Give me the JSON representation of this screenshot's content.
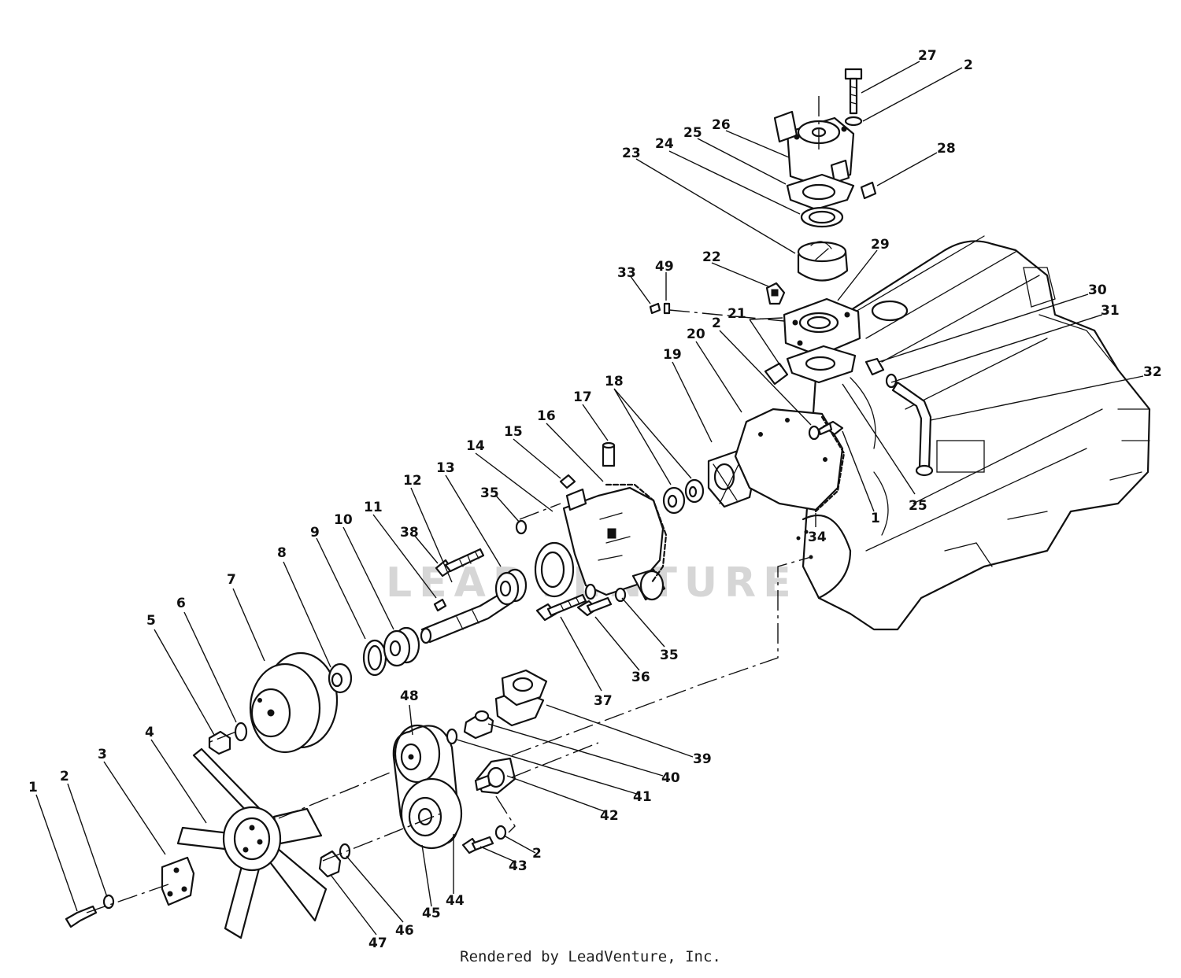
{
  "diagram": {
    "watermark": "LEADVENTURE",
    "credit": "Rendered by LeadVenture, Inc.",
    "callouts": [
      {
        "label": "1"
      },
      {
        "label": "2"
      },
      {
        "label": "3"
      },
      {
        "label": "4"
      },
      {
        "label": "5"
      },
      {
        "label": "6"
      },
      {
        "label": "7"
      },
      {
        "label": "8"
      },
      {
        "label": "9"
      },
      {
        "label": "10"
      },
      {
        "label": "11"
      },
      {
        "label": "12"
      },
      {
        "label": "13"
      },
      {
        "label": "14"
      },
      {
        "label": "15"
      },
      {
        "label": "16"
      },
      {
        "label": "17"
      },
      {
        "label": "18"
      },
      {
        "label": "19"
      },
      {
        "label": "20"
      },
      {
        "label": "21"
      },
      {
        "label": "2"
      },
      {
        "label": "22"
      },
      {
        "label": "23"
      },
      {
        "label": "24"
      },
      {
        "label": "25"
      },
      {
        "label": "26"
      },
      {
        "label": "27"
      },
      {
        "label": "2"
      },
      {
        "label": "28"
      },
      {
        "label": "29"
      },
      {
        "label": "30"
      },
      {
        "label": "31"
      },
      {
        "label": "32"
      },
      {
        "label": "33"
      },
      {
        "label": "49"
      },
      {
        "label": "25"
      },
      {
        "label": "1"
      },
      {
        "label": "34"
      },
      {
        "label": "35"
      },
      {
        "label": "38"
      },
      {
        "label": "35"
      },
      {
        "label": "36"
      },
      {
        "label": "37"
      },
      {
        "label": "39"
      },
      {
        "label": "40"
      },
      {
        "label": "41"
      },
      {
        "label": "42"
      },
      {
        "label": "48"
      },
      {
        "label": "43"
      },
      {
        "label": "2"
      },
      {
        "label": "44"
      },
      {
        "label": "45"
      },
      {
        "label": "46"
      },
      {
        "label": "47"
      }
    ]
  }
}
